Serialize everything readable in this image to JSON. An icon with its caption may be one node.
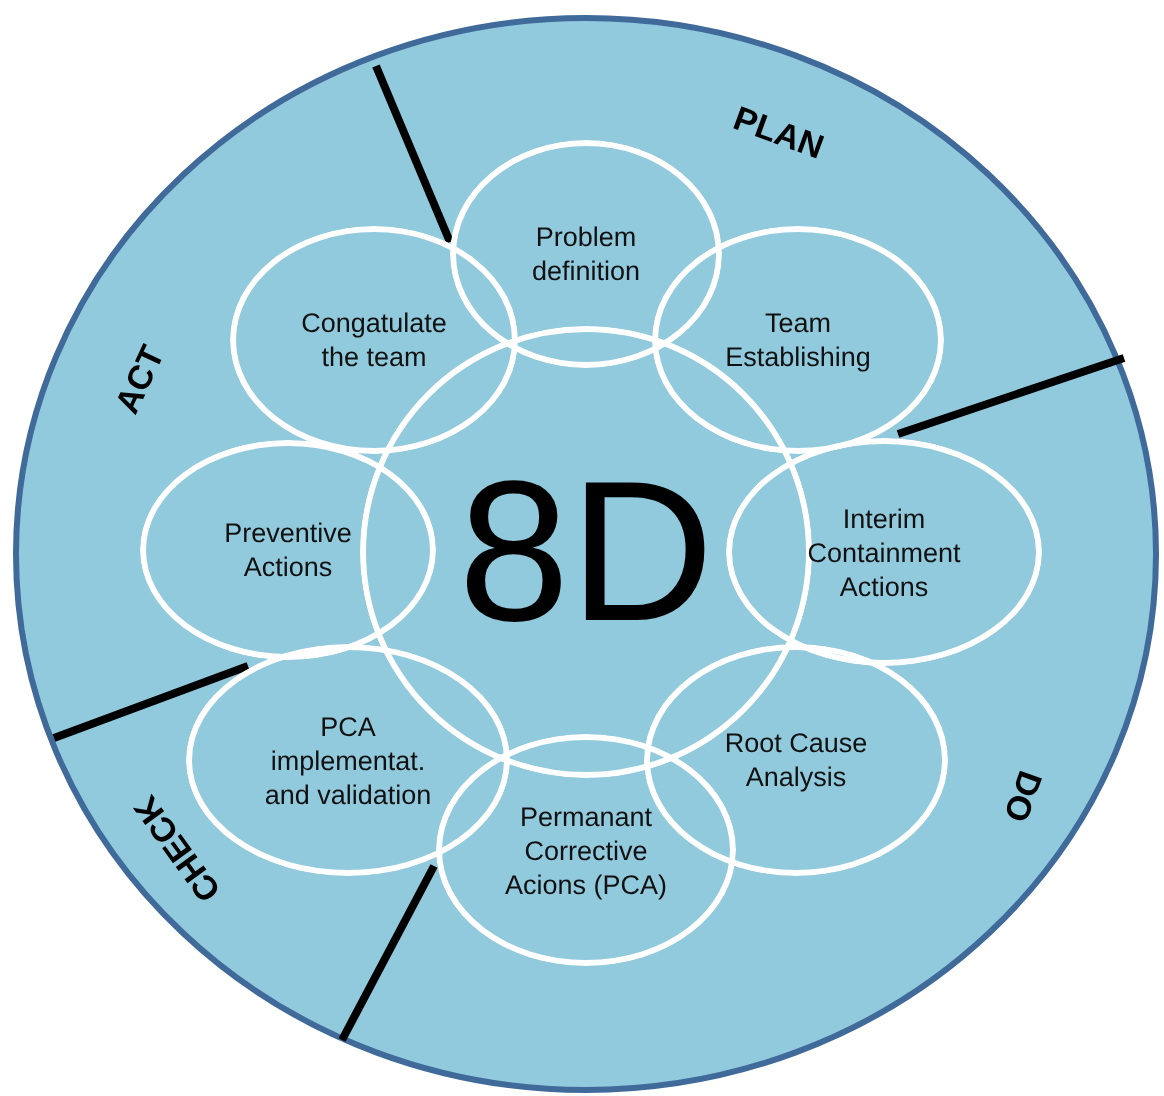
{
  "diagram": {
    "nodes": [
      {
        "text": [
          "8D"
        ]
      },
      {
        "text": [
          "Problem definition"
        ]
      },
      {
        "text": [
          "Team Establishing"
        ]
      },
      {
        "text": [
          "Interim Containment Actions"
        ]
      },
      {
        "text": [
          "Root Cause Analysis"
        ]
      },
      {
        "text": [
          "Permanant Corrective Acions (PCA)"
        ]
      },
      {
        "text": [
          "PCA implementat. and validation"
        ]
      },
      {
        "text": [
          "Preventive Actions"
        ]
      },
      {
        "text": [
          "Congatulate the team"
        ]
      }
    ],
    "labels": [
      "PLAN",
      "DO",
      "CHECK",
      "ACT"
    ]
  }
}
